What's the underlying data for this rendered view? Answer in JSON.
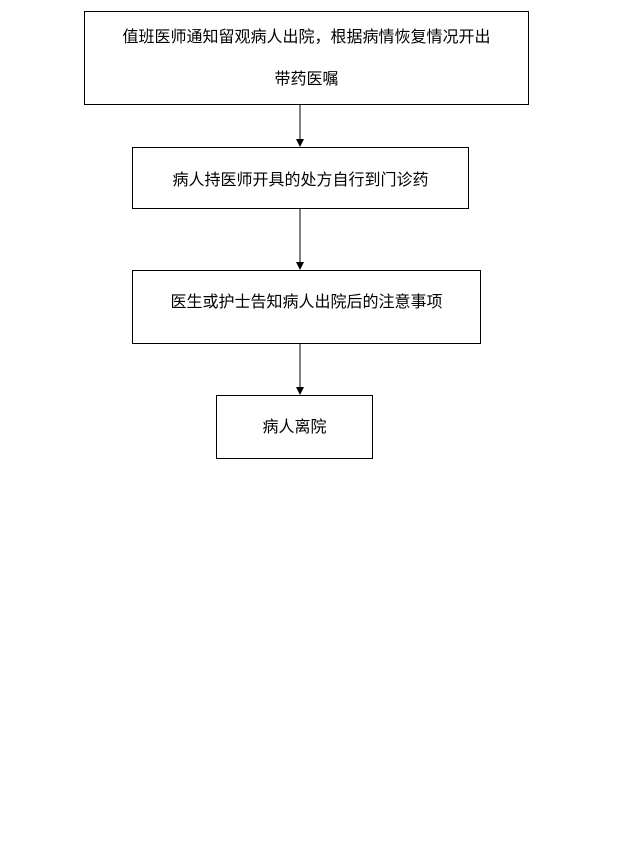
{
  "flowchart": {
    "steps": [
      {
        "lines": [
          "值班医师通知留观病人出院，根据病情恢复情况开出",
          "带药医嘱"
        ]
      },
      {
        "lines": [
          "病人持医师开具的处方自行到门诊药"
        ]
      },
      {
        "lines": [
          "医生或护士告知病人出院后的注意事项"
        ]
      },
      {
        "lines": [
          "病人离院"
        ]
      }
    ]
  }
}
